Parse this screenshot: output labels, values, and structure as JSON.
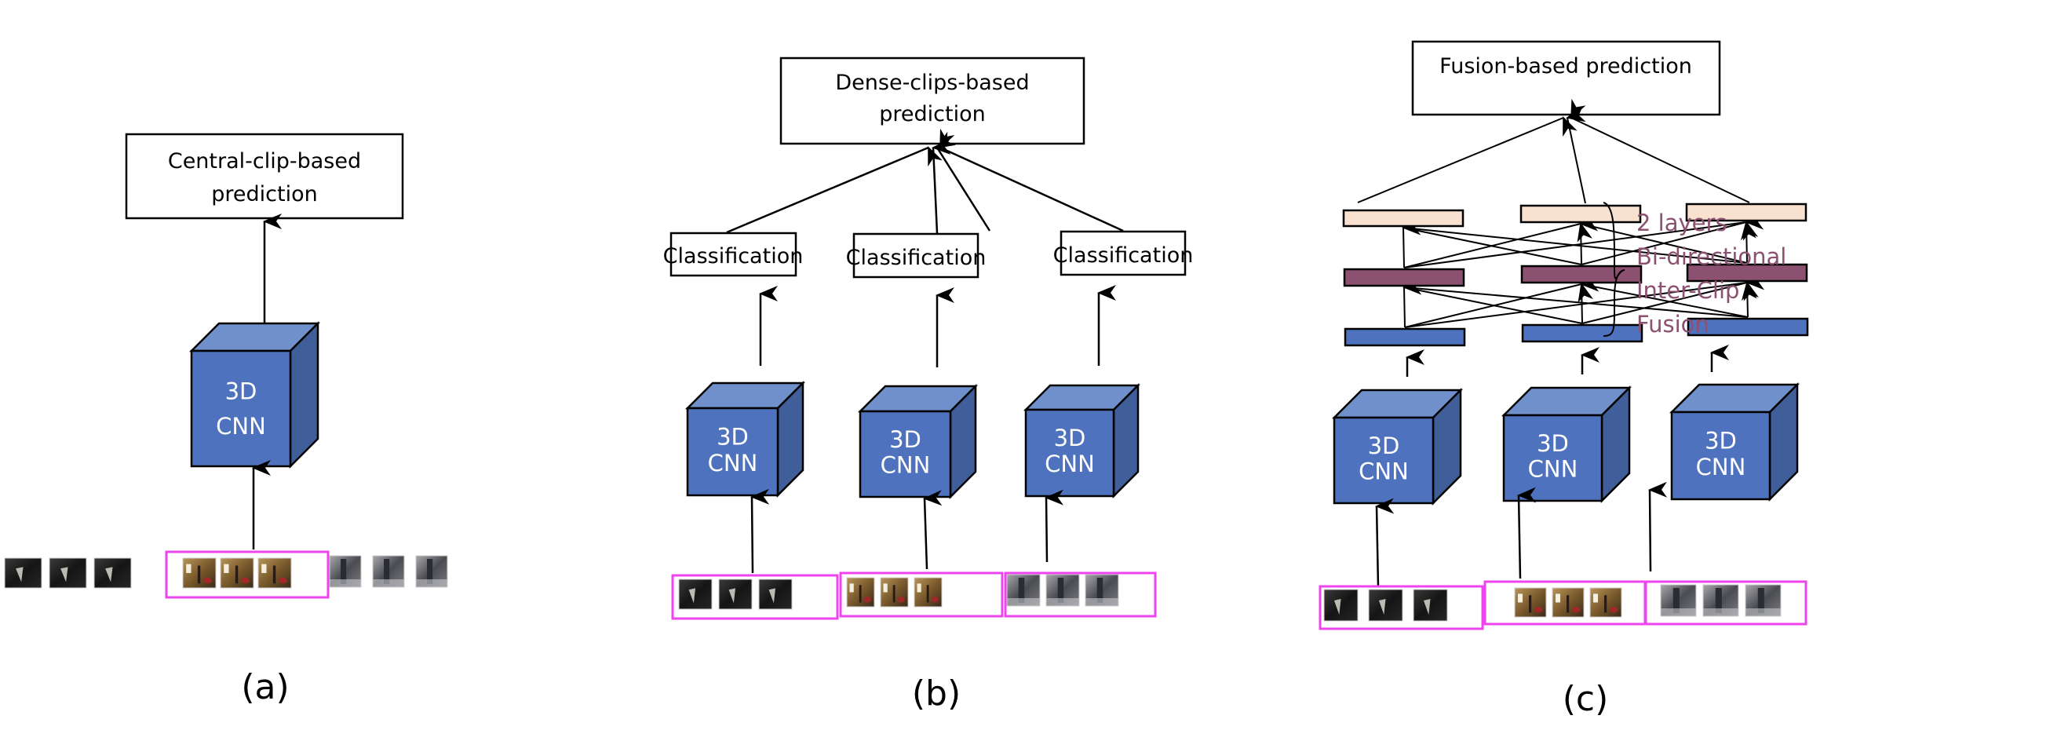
{
  "colors": {
    "cube_front": "#4e72bd",
    "cube_top": "#7090cb",
    "cube_side": "#3f5e9a",
    "clip_highlight": "#ee44ee",
    "layer_top": "#f8e1cf",
    "layer_mid": "#8c5070",
    "layer_bottom": "#4e72bd",
    "annotation": "#8c5070"
  },
  "panels": [
    {
      "id": "a",
      "label": "(a)",
      "prediction": {
        "line1": "Central-clip-based",
        "line2": "prediction"
      },
      "cnn": {
        "line1": "3D",
        "line2": "CNN"
      },
      "frame_groups": [
        {
          "tone": "dark",
          "highlighted": false
        },
        {
          "tone": "warm",
          "highlighted": true
        },
        {
          "tone": "gray",
          "highlighted": false
        }
      ]
    },
    {
      "id": "b",
      "label": "(b)",
      "prediction": {
        "line1": "Dense-clips-based",
        "line2": "prediction"
      },
      "classification_label": "Classification",
      "cnn": {
        "line1": "3D",
        "line2": "CNN"
      },
      "frame_groups": [
        {
          "tone": "dark",
          "highlighted": true
        },
        {
          "tone": "warm",
          "highlighted": true
        },
        {
          "tone": "gray",
          "highlighted": true
        }
      ]
    },
    {
      "id": "c",
      "label": "(c)",
      "prediction": {
        "line1": "Fusion-based prediction"
      },
      "cnn": {
        "line1": "3D",
        "line2": "CNN"
      },
      "fusion_annotation": [
        "2 layers",
        "Bi-directional",
        "Inter-Clip",
        "Fusion"
      ],
      "frame_groups": [
        {
          "tone": "dark",
          "highlighted": true
        },
        {
          "tone": "warm",
          "highlighted": true
        },
        {
          "tone": "gray",
          "highlighted": true
        }
      ]
    }
  ]
}
